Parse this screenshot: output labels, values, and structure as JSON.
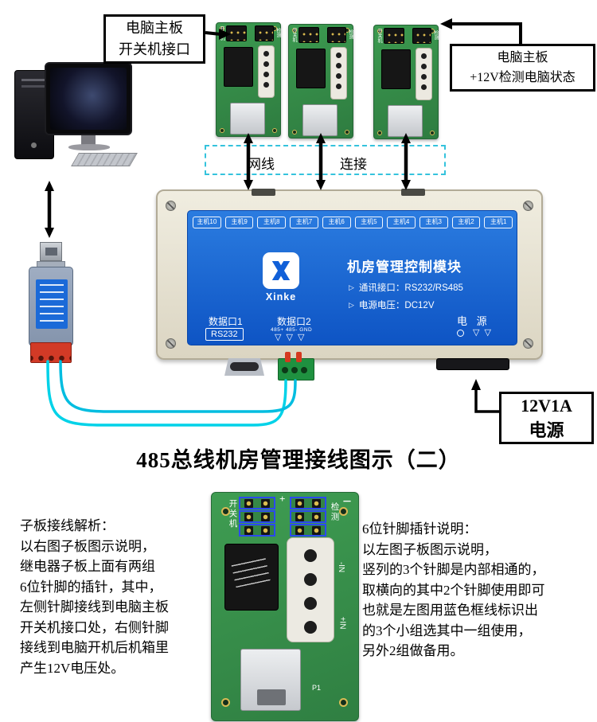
{
  "title": "485总线机房管理接线图示（二）",
  "callouts": {
    "switch_port": "电脑主板\n开关机接口",
    "detect_port": "电脑主板\n+12V检测电脑状态",
    "cable": "网线",
    "connect": "连接",
    "power_supply": "12V1A\n电源"
  },
  "module": {
    "name": "机房管理控制模块",
    "brand": "Xinke",
    "specs": [
      "通讯接口：RS232/RS485",
      "电源电压：DC12V"
    ],
    "ports": [
      "主机10",
      "主机9",
      "主机8",
      "主机7",
      "主机6",
      "主机5",
      "主机4",
      "主机3",
      "主机2",
      "主机1"
    ],
    "data_port1": "数据口1",
    "data_port1_type": "RS232",
    "data_port2": "数据口2",
    "data_port2_pins": "485+ 485- GND",
    "power": "电 源"
  },
  "board": {
    "switch_label": "开关机",
    "detect_label": "检测",
    "plus": "+",
    "minus": "－",
    "in_neg": "-IN",
    "in_pos": "+IN",
    "p1": "P1"
  },
  "notes_left": {
    "title": "子板接线解析：",
    "body": "以右图子板图示说明，\n继电器子板上面有两组\n6位针脚的插针，其中，\n左侧针脚接线到电脑主板\n开关机接口处，右侧针脚\n接线到电脑开机后机箱里\n产生12V电压处。"
  },
  "notes_right": {
    "title": "6位针脚插针说明：",
    "body": "以左图子板图示说明，\n竖列的3个针脚是内部相通的，\n取横向的其中2个针脚使用即可\n也就是左图用蓝色框线标识出\n的3个小组选其中一组使用，\n另外2组做备用。"
  },
  "icons": {
    "triangle_down": "▽",
    "bullet": "▷"
  },
  "colors": {
    "panel_blue": "#1565d0",
    "pcb_green": "#37984c",
    "wire_cyan": "#00d2e8",
    "frame_blue": "#2b49f0"
  }
}
